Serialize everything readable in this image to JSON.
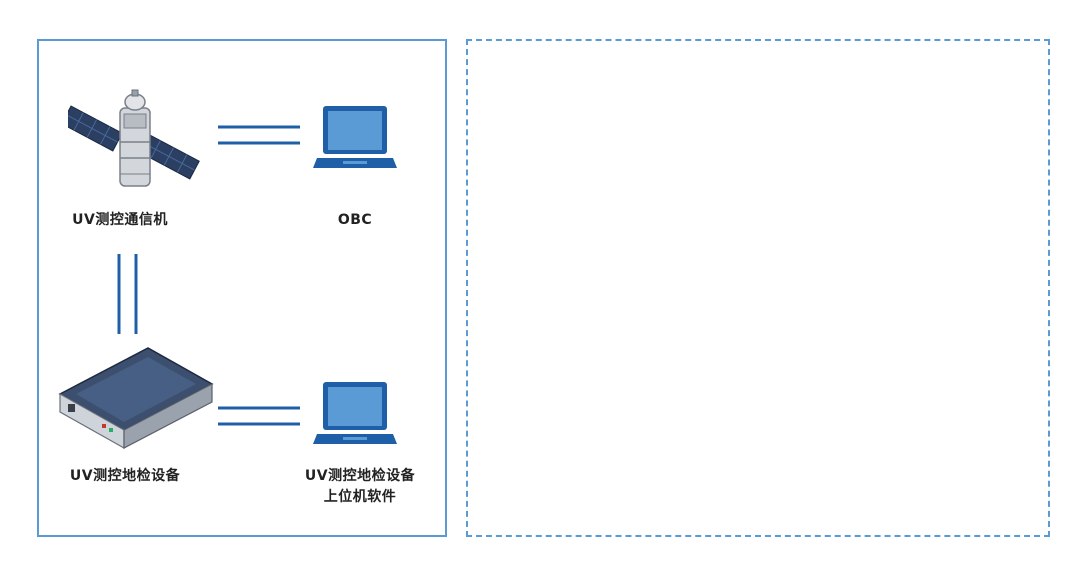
{
  "nodes": {
    "satellite": {
      "label": "UV测控通信机"
    },
    "obc": {
      "label": "OBC"
    },
    "ground": {
      "label": "UV测控地检设备"
    },
    "host": {
      "line1": "UV测控地检设备",
      "line2": "上位机软件"
    }
  },
  "colors": {
    "border": "#5b9bd5",
    "connector": "#1f5fa8",
    "laptop_body": "#1f5fa8",
    "laptop_screen": "#5b9bd5"
  },
  "icons": [
    "satellite-icon",
    "laptop-icon",
    "ground-station-icon"
  ]
}
